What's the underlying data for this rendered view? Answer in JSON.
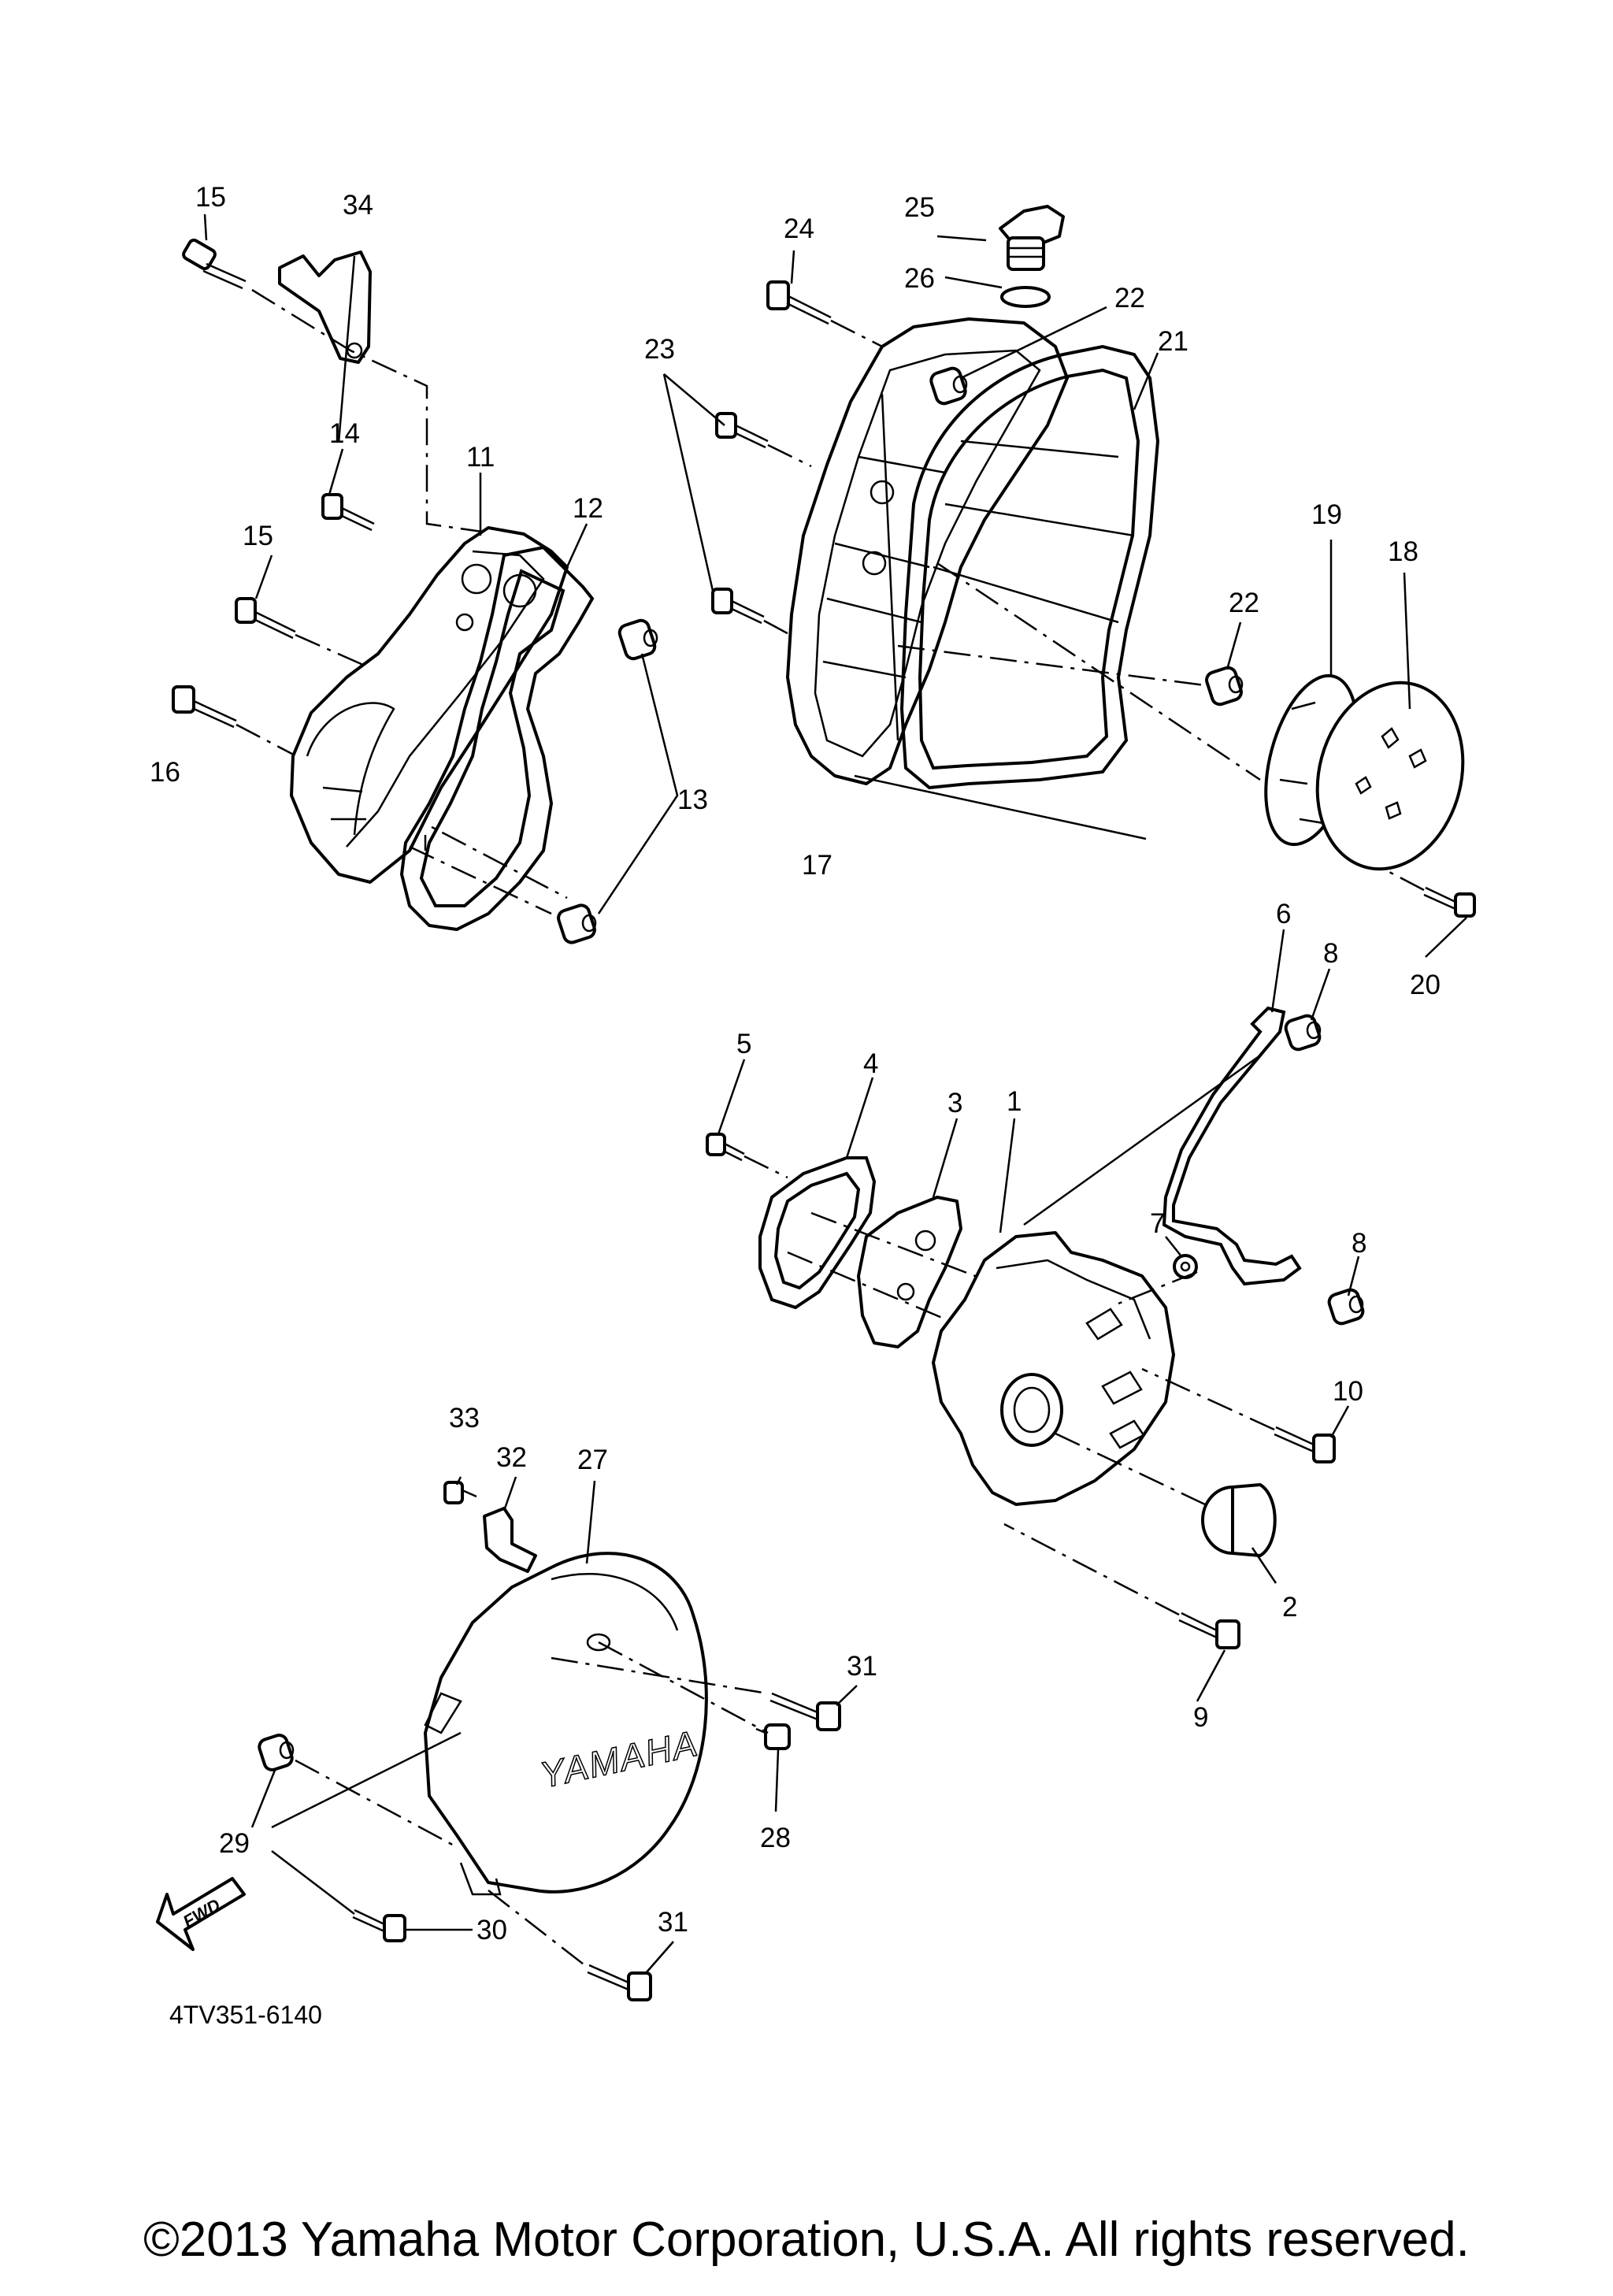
{
  "labels": [
    "1",
    "2",
    "3",
    "4",
    "5",
    "6",
    "7",
    "8",
    "8",
    "9",
    "10",
    "11",
    "12",
    "13",
    "14",
    "15",
    "15",
    "16",
    "17",
    "18",
    "19",
    "20",
    "21",
    "22",
    "22",
    "23",
    "24",
    "25",
    "26",
    "27",
    "28",
    "29",
    "30",
    "31",
    "31",
    "32",
    "33",
    "34"
  ],
  "cover_logo_text": "YAMAHA",
  "fwd_arrow_text": "FWD",
  "diagram_code": "4TV351-6140",
  "copyright": "©2013 Yamaha Motor Corporation, U.S.A. All rights reserved."
}
